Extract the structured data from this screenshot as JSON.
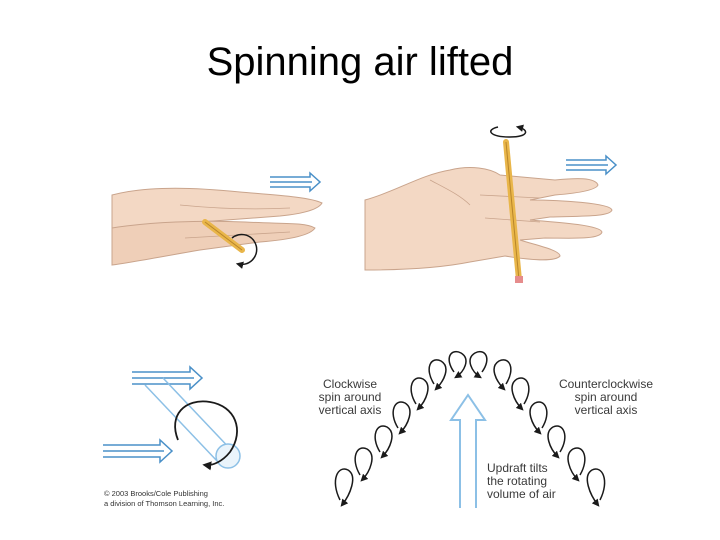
{
  "title": "Spinning air lifted",
  "labels": {
    "clockwise": [
      "Clockwise",
      "spin around",
      "vertical axis"
    ],
    "counterclockwise": [
      "Counterclockwise",
      "spin around",
      "vertical axis"
    ],
    "updraft": [
      "Updraft tilts",
      "the rotating",
      "volume of air"
    ]
  },
  "credit": [
    "© 2003 Brooks/Cole Publishing",
    "a division of Thomson Learning, Inc."
  ],
  "colors": {
    "skin": "#f3d8c4",
    "skin_outline": "#c9a48c",
    "arrow_blue": "#4a90c8",
    "pencil": "#e9b64a",
    "dark": "#1a1a1a"
  }
}
